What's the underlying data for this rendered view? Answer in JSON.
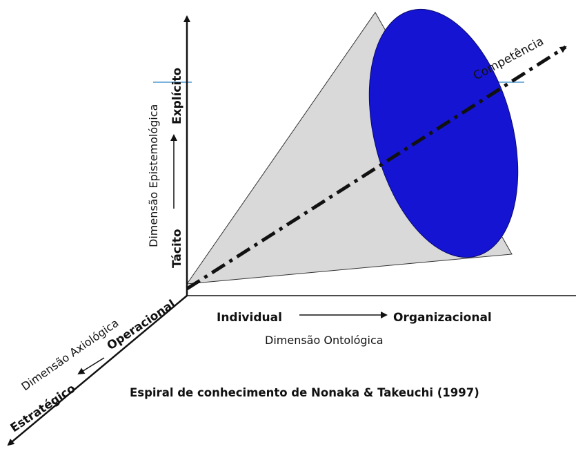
{
  "caption": "Espiral de conhecimento de Nonaka & Takeuchi (1997)",
  "epistemological_axis": {
    "title": "Dimensão Epistemológica",
    "start_label": "Tácito",
    "end_label": "Explícito"
  },
  "ontological_axis": {
    "title": "Dimensão Ontológica",
    "start_label": "Individual",
    "end_label": "Organizacional"
  },
  "axiological_axis": {
    "title": "Dimensão Axiológica",
    "start_label": "Operacional",
    "end_label": "Estratégico"
  },
  "competence_axis": {
    "label": "Competência"
  },
  "colors": {
    "cone_fill": "#d9d9d9",
    "cone_base": "#1414d2",
    "reference_line": "#4f9ad1",
    "axes": "#111111"
  }
}
